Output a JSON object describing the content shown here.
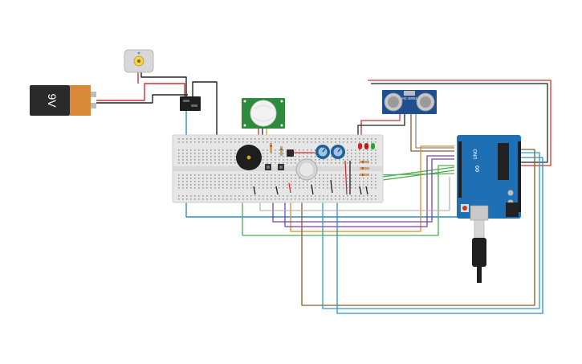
{
  "circuit": {
    "battery": {
      "label": "9V"
    },
    "ultrasonic": {
      "label": "HC-SR04"
    },
    "arduino": {
      "brand": "UNO",
      "logo": "∞"
    }
  },
  "colors": {
    "background": "#ffffff",
    "wire_red": "#d32f2f",
    "wire_black": "#222222",
    "wire_blue": "#2a8fd0",
    "wire_green": "#4caf50",
    "wire_orange": "#e08a2a",
    "wire_purple": "#7b3fb3",
    "wire_brown": "#8a5a2b",
    "wire_teal": "#27a3c9",
    "arduino_blue": "#1f6fb5",
    "breadboard": "#e6e6e6",
    "pir_green": "#2e8b3e"
  }
}
